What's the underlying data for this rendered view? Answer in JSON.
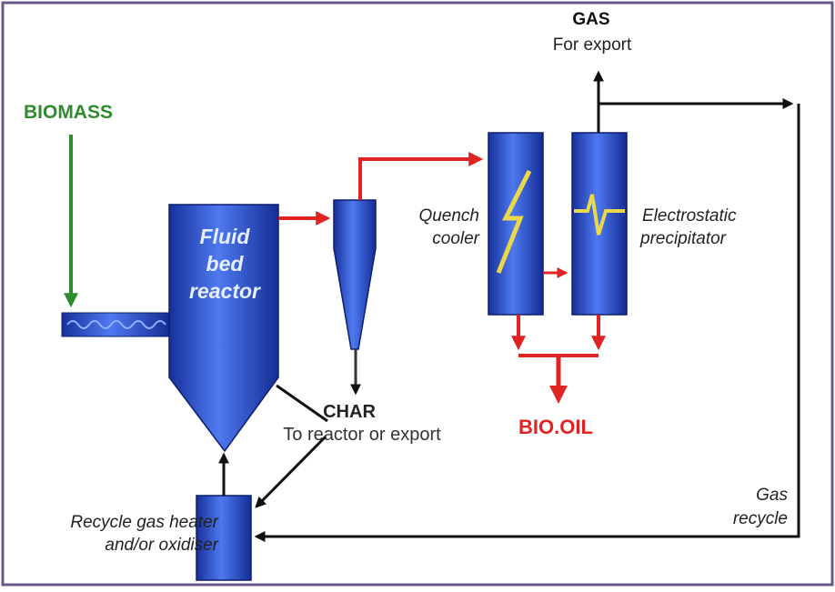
{
  "labels": {
    "biomass": "BIOMASS",
    "fluid_bed_reactor": [
      "Fluid",
      "bed",
      "reactor"
    ],
    "gas_title": "GAS",
    "gas_sub": "For export",
    "quench_cooler": [
      "Quench",
      "cooler"
    ],
    "electrostatic_precipitator": [
      "Electrostatic",
      "precipitator"
    ],
    "char_title": "CHAR",
    "char_sub": "To reactor or export",
    "bio_oil": "BIO.OIL",
    "gas_recycle": [
      "Gas",
      "recycle"
    ],
    "recycle_heater": [
      "Recycle gas heater",
      "and/or oxidiser"
    ]
  },
  "colors": {
    "equipment_blue": "#1e3fb8",
    "equipment_highlight": "#4f79f0",
    "biomass_green": "#2e8b2e",
    "flow_red": "#e12323",
    "flow_black": "#111111",
    "lightning_yellow": "#e8d84a",
    "frame_border": "#6a5a8a"
  }
}
